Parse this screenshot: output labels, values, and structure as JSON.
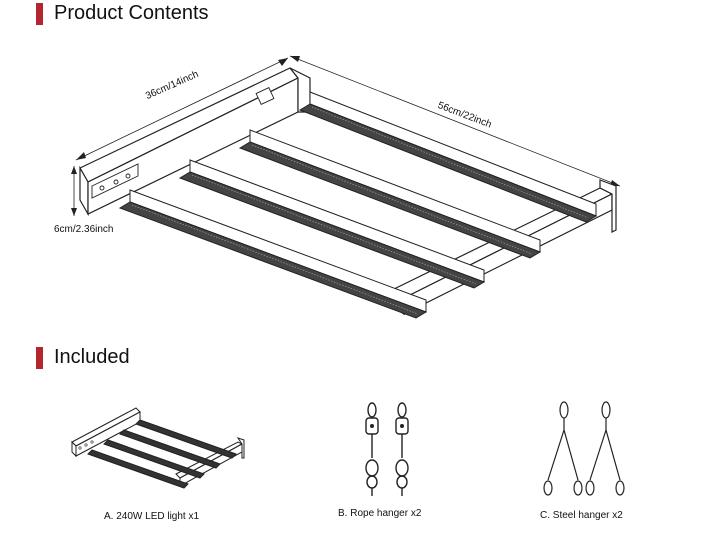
{
  "sections": {
    "contents_title": "Product Contents",
    "included_title": "Included"
  },
  "dimensions": {
    "width": "36cm/14inch",
    "length": "56cm/22inch",
    "height": "6cm/2.36inch"
  },
  "included_items": [
    {
      "label": "A. 240W LED light x1",
      "icon": "led-light-icon"
    },
    {
      "label": "B. Rope hanger x2",
      "icon": "rope-hanger-icon"
    },
    {
      "label": "C. Steel hanger x2",
      "icon": "steel-hanger-icon"
    }
  ],
  "colors": {
    "accent": "#b3262d",
    "line": "#222222"
  }
}
